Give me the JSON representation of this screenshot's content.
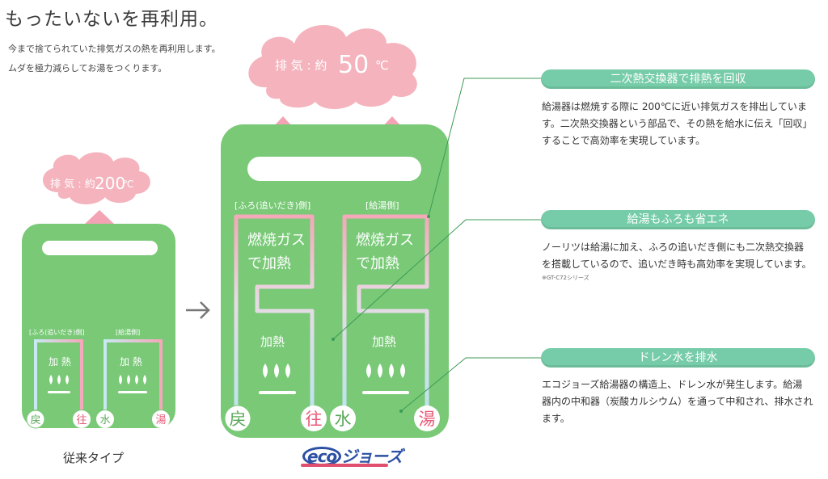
{
  "header": {
    "title": "もったいないを再利用。",
    "lead_1": "今まで捨てられていた排気ガスの熱を再利用します。",
    "lead_2": "ムダを極力減らしてお湯をつくります。"
  },
  "conventional": {
    "exhaust_prefix": "排 気 : 約",
    "exhaust_value": "200",
    "exhaust_unit": "℃",
    "label_left": "[ふろ(追いだき)側]",
    "label_right": "[給湯側]",
    "heat_left": "加 熱",
    "heat_right": "加 熱",
    "port_return": "戻",
    "port_go": "往",
    "port_water": "水",
    "port_hot": "湯",
    "caption": "従来タイプ"
  },
  "eco": {
    "exhaust_prefix": "排 気 : 約",
    "exhaust_value": "50",
    "exhaust_unit": "℃",
    "label_left": "[ふろ(追いだき)側]",
    "label_right": "[給湯側]",
    "gas_left_1": "燃焼ガス",
    "gas_left_2": "で加熱",
    "gas_right_1": "燃焼ガス",
    "gas_right_2": "で加熱",
    "heat_left": "加熱",
    "heat_right": "加熱",
    "port_return": "戻",
    "port_go": "往",
    "port_water": "水",
    "port_hot": "湯",
    "logo_text": "eco",
    "logo_suffix": "ジョーズ"
  },
  "features": [
    {
      "title": "二次熱交換器で排熱を回収",
      "lines": [
        "給湯器は燃焼する際に 200℃に近い排気ガスを排出していま",
        "す。二次熱交換器という部品で、その熱を給水に伝え「回収」",
        "することで高効率を実現しています。"
      ]
    },
    {
      "title": "給湯もふろも省エネ",
      "lines": [
        "ノーリツは給湯に加え、ふろの追いだき側にも二次熱交換器",
        "を搭載しているので、追いだき時も高効率を実現しています。"
      ],
      "note": "※GT-C72シリーズ"
    },
    {
      "title": "ドレン水を排水",
      "lines": [
        "エコジョーズ給湯器の構造上、ドレン水が発生します。給湯",
        "器内の中和器（炭酸カルシウム）を通って中和され、排水され",
        "ます。"
      ]
    }
  ],
  "colors": {
    "body_green": "#79c977",
    "cloud_pink": "#f4b3bd",
    "arrow_pink": "#f08aa0",
    "pipe_cool": "#bfe3ef",
    "pipe_hot": "#f2a0b3",
    "pill_green": "#76cca8",
    "hot_text": "#e85b78"
  }
}
